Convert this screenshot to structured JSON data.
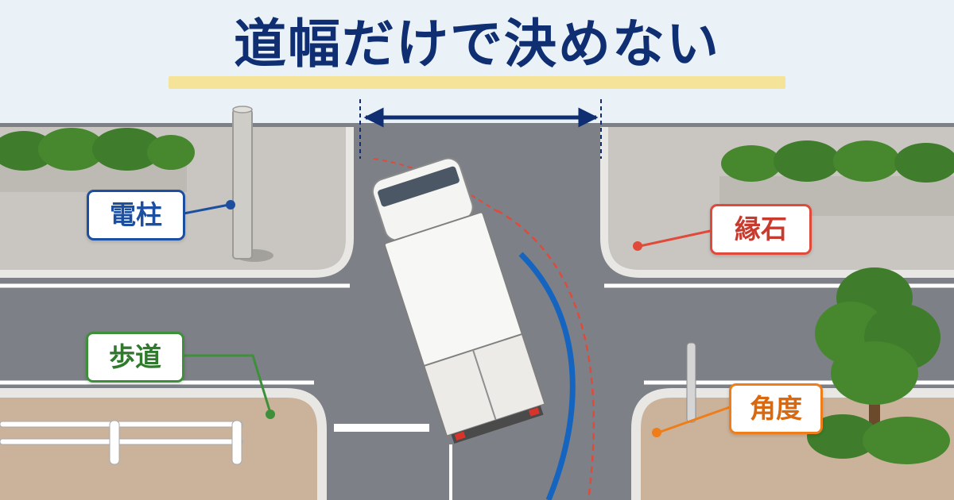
{
  "headline": "道幅だけで決めない",
  "labels": {
    "pole": "電柱",
    "curb": "縁石",
    "sidewalk": "歩道",
    "angle": "角度"
  },
  "colors": {
    "title": "#0f2f72",
    "underline": "#f6e39a",
    "pole": "#1c4fa0",
    "curb": "#e04a3a",
    "sidewalk": "#3e8f3a",
    "angle": "#ee7d1a",
    "truck_path": "#1565c0"
  }
}
